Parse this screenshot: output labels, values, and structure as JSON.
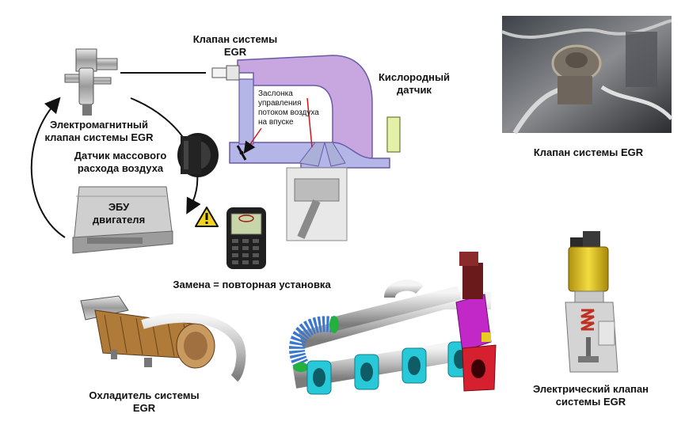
{
  "labels": {
    "egr_valve_top": [
      "Клапан системы",
      "EGR"
    ],
    "oxygen_sensor": [
      "Кислородный",
      "датчик"
    ],
    "intake_throttle": [
      "Заслонка",
      "управления",
      "потоком воздуха",
      "на впуске"
    ],
    "solenoid_valve": [
      "Электромагнитный",
      "клапан системы EGR"
    ],
    "maf_sensor": [
      "Датчик массового",
      "расхода воздуха"
    ],
    "ecu": [
      "ЭБУ",
      "двигателя"
    ],
    "egr_valve_photo": "Клапан системы EGR",
    "replacement_note": "Замена = повторная установка",
    "egr_cooler": [
      "Охладитель системы",
      "EGR"
    ],
    "electric_egr_valve": [
      "Электрический клапан",
      "системы EGR"
    ]
  },
  "icons": {
    "warning": "warning-triangle-icon",
    "diagnostic_tool": "handheld-scanner-icon"
  },
  "colors": {
    "intake_duct": "#b4b6e8",
    "egr_pipe": "#c8a6e0",
    "pipe_outline": "#6a5aa8",
    "sensor_body": "#e2f0a8",
    "arrow": "#111111",
    "warning_yellow": "#f2d21a",
    "manifold_cyan": "#27c8d8",
    "bellows_blue": "#3a78d0",
    "valve_magenta": "#c228c8",
    "flange_red": "#d62030",
    "valve_gold": "#e8cc20"
  }
}
